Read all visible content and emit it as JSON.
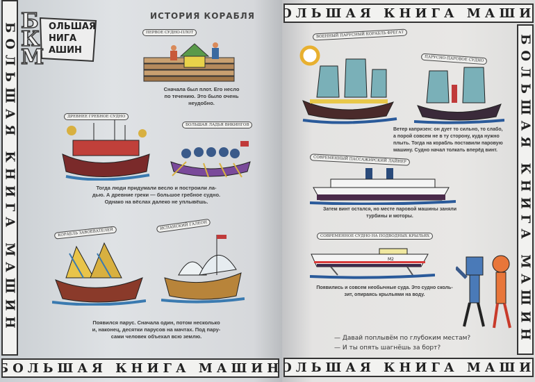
{
  "book_series": "БОЛЬШАЯ КНИГА МАШИН",
  "logo": {
    "letters": "БКМ",
    "line1": "ОЛЬШАЯ",
    "line2": "НИГА",
    "line3": "АШИН"
  },
  "title": "ИСТОРИЯ КОРАБЛЯ",
  "banners": {
    "raft": "ПЕРВОЕ СУДНО-ПЛОТ",
    "rowing": "ДРЕВНЕЕ ГРЕБНОЕ СУДНО",
    "viking": "БОЛЬШАЯ ЛАДЬЯ ВИКИНГОВ",
    "conqueror": "КОРАБЛЬ ЗАВОЕВАТЕЛЕЙ",
    "galleon": "ИСПАНСКИЙ ГАЛЕОН",
    "frigate": "ВОЕННЫЙ ПАРУСНЫЙ КОРАБЛЬ ФРЕГАТ",
    "steam": "ПАРУСНО-ПАРОВОЕ СУДНО",
    "liner": "СОВРЕМЕННЫЙ ПАССАЖИРСКИЙ ЛАЙНЕР",
    "hydrofoil": "СОВРЕМЕННОЕ СУДНО НА ПОДВОДНЫХ КРЫЛЬЯХ"
  },
  "captions": {
    "raft": [
      "Сначала был плот. Его несло",
      "по течению. Это было очень",
      "неудобно."
    ],
    "oars": [
      "Тогда люди придумали весло и построили ла-",
      "дью. А древние греки — большое гребное судно.",
      "Однако на вёслах далеко не уплывёшь."
    ],
    "sail": [
      "Появился парус. Сначала один, потом несколько",
      "и, наконец, десятки парусов на мачтах. Под пару-",
      "сами человек объехал всю землю."
    ],
    "steam": [
      "Ветер капризен: он дует то сильно, то слабо,",
      "а порой совсем не в ту сторону, куда нужно",
      "плыть. Тогда на корабль поставили паровую",
      "машину. Судно начал толкать вперёд винт."
    ],
    "turbine": [
      "Затем винт остался, но месте паровой машины заняли",
      "турбины и моторы."
    ],
    "hydrofoil": [
      "Появились и совсем необычные суда. Это судно сколь-",
      "зит, опираясь крыльями на воду."
    ]
  },
  "dialogue": [
    "— Давай поплывём по глубоким местам?",
    "— И ты опять шагнёшь за борт?"
  ],
  "hull_label": "М2"
}
